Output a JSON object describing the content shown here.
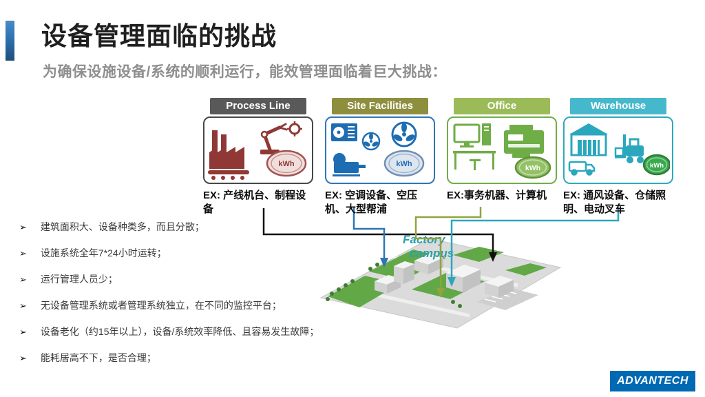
{
  "slide": {
    "title": "设备管理面临的挑战",
    "subtitle": "为确保设施设备/系统的顺利运行，能效管理面临着巨大挑战："
  },
  "categories": [
    {
      "label": "Process Line",
      "caption": "EX: 产线机台、制程设备",
      "badge": "kWh",
      "header_color": "#595959",
      "border_color": "#474747",
      "icon_color": "#8f3835"
    },
    {
      "label": "Site Facilities",
      "caption": "EX: 空调设备、空压机、大型帮浦",
      "badge": "kWh",
      "header_color": "#8e8e3f",
      "border_color": "#2e75b6",
      "icon_color": "#1e6db3"
    },
    {
      "label": "Office",
      "caption": "EX:事务机器、计算机",
      "badge": "kWh",
      "header_color": "#9bbb59",
      "border_color": "#70ad47",
      "icon_color": "#6fad47"
    },
    {
      "label": "Warehouse",
      "caption": "EX: 通风设备、仓储照明、电动叉车",
      "badge": "kWh",
      "header_color": "#46b8cc",
      "border_color": "#31a8bc",
      "icon_color": "#2ba7bd"
    }
  ],
  "bullet_glyph": "➢",
  "bullets": [
    "建筑面积大、设备种类多，而且分散；",
    "设施系统全年7*24小时运转；",
    "运行管理人员少；",
    "无设备管理系统或者管理系统独立，在不同的监控平台；",
    "设备老化（约15年以上），设备/系统效率降低、且容易发生故障；",
    "能耗居高不下，是否合理；"
  ],
  "campus": {
    "label_line1": "Factory",
    "label_line2": "campus"
  },
  "logo": {
    "text": "ADVANTECH",
    "bg_color": "#0069b4"
  }
}
